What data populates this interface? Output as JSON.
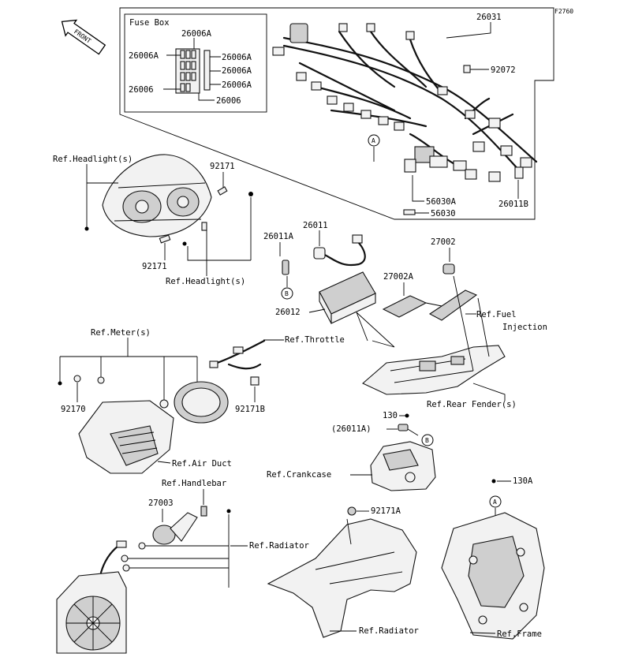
{
  "figure_code": "F2760",
  "front_label": "FRONT",
  "fuse_box": {
    "title": "Fuse Box",
    "labels": [
      "26006A",
      "26006A",
      "26006A",
      "26006A",
      "26006A",
      "26006",
      "26006"
    ]
  },
  "callouts": {
    "p26031": "26031",
    "p92072": "92072",
    "p56030a": "56030A",
    "p56030": "56030",
    "p26011b": "26011B",
    "ref_headlight_top": "Ref.Headlight(s)",
    "p92171_a": "92171",
    "p92171_b": "92171",
    "ref_headlight_bottom": "Ref.Headlight(s)",
    "p26011a": "26011A",
    "p26011": "26011",
    "p27002": "27002",
    "p27002a": "27002A",
    "p26012": "26012",
    "ref_fuel_1": "Ref.Fuel",
    "ref_fuel_2": "Injection",
    "ref_meter": "Ref.Meter(s)",
    "ref_throttle": "Ref.Throttle",
    "p92170": "92170",
    "p92171b": "92171B",
    "ref_rear_fender": "Ref.Rear Fender(s)",
    "p130": "130",
    "p26011a_paren": "(26011A)",
    "ref_air_duct": "Ref.Air Duct",
    "ref_crankcase": "Ref.Crankcase",
    "ref_handlebar": "Ref.Handlebar",
    "p27003": "27003",
    "p92171a": "92171A",
    "p130a": "130A",
    "ref_radiator_1": "Ref.Radiator",
    "ref_radiator_2": "Ref.Radiator",
    "ref_frame": "Ref.Frame"
  },
  "markers": {
    "a_top": "A",
    "a_frame": "A",
    "b_left": "B",
    "b_right": "B"
  },
  "icons": [
    "front-arrow-icon"
  ]
}
